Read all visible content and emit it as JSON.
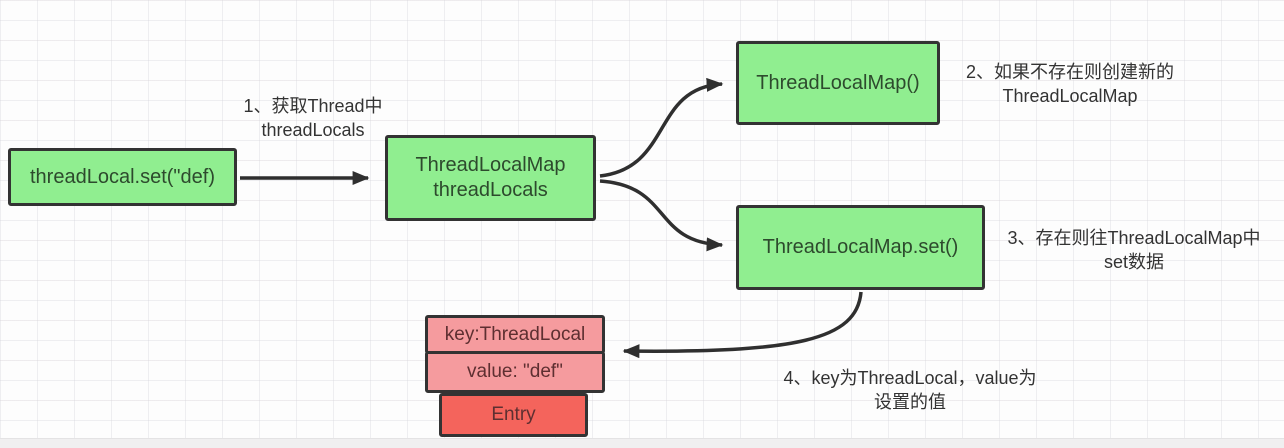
{
  "diagram": {
    "nodes": {
      "thread_local_set": {
        "label": "threadLocal.set(\"def)"
      },
      "thread_locals_map": {
        "line1": "ThreadLocalMap",
        "line2": "threadLocals"
      },
      "thread_local_map_ctor": {
        "label": "ThreadLocalMap()"
      },
      "thread_local_map_set": {
        "label": "ThreadLocalMap.set()"
      },
      "entry_key": {
        "label": "key:ThreadLocal"
      },
      "entry_value": {
        "label": "value: \"def\""
      },
      "entry": {
        "label": "Entry"
      }
    },
    "annotations": {
      "step1": {
        "line1": "1、获取Thread中",
        "line2": "threadLocals"
      },
      "step2": {
        "line1": "2、如果不存在则创建新的",
        "line2": "ThreadLocalMap"
      },
      "step3": {
        "line1": "3、存在则往ThreadLocalMap中",
        "line2": "set数据"
      },
      "step4": {
        "line1": "4、key为ThreadLocal，value为",
        "line2": "设置的值"
      }
    },
    "colors": {
      "node_green": "#90ee90",
      "node_pink": "#f59b9e",
      "node_red": "#f4645c",
      "border": "#333333",
      "arrow": "#2f2f2f",
      "green_text": "#2d4a2d",
      "red_text": "#5e2f31",
      "annotation_text": "#333333"
    }
  }
}
